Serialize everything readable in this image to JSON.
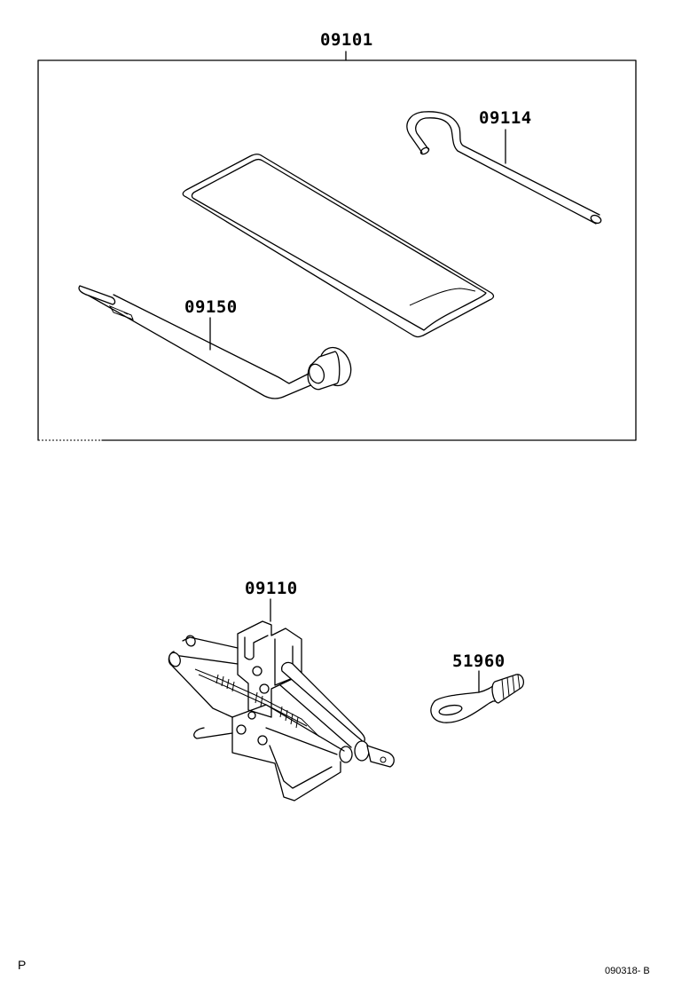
{
  "diagram": {
    "type": "parts-exploded-view",
    "group_box": {
      "part_number": "09101",
      "contains": [
        "09114",
        "tool-bag",
        "09150"
      ]
    },
    "parts": [
      {
        "id": "09101",
        "label": "09101",
        "depicts": "tool kit group (boxed)"
      },
      {
        "id": "09114",
        "label": "09114",
        "depicts": "jack handle hook rod"
      },
      {
        "id": "tool-bag",
        "label": "",
        "depicts": "tool bag (unlabeled)"
      },
      {
        "id": "09150",
        "label": "09150",
        "depicts": "wheel nut wrench"
      },
      {
        "id": "09110",
        "label": "09110",
        "depicts": "scissor jack"
      },
      {
        "id": "51960",
        "label": "51960",
        "depicts": "towing eye hook"
      }
    ],
    "footer": {
      "left_mark": "P",
      "figure_code": "090318- B"
    },
    "colors": {
      "line": "#000000",
      "background": "#ffffff"
    }
  }
}
